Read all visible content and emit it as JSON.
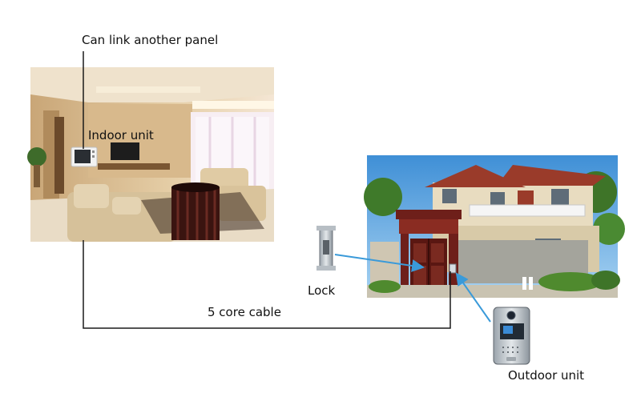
{
  "labels": {
    "link_panel": "Can link another panel",
    "indoor_unit": "Indoor unit",
    "lock": "Lock",
    "cable": "5 core cable",
    "outdoor_unit": "Outdoor unit"
  },
  "colors": {
    "wire": "#1a1a1a",
    "pointer": "#3a9ad9",
    "sky": "#5aa8e0",
    "wall_cream": "#e8dcc0",
    "roof_red": "#9a3b2a",
    "gate_maroon": "#6e1f1a",
    "grass": "#4f8a2e"
  }
}
